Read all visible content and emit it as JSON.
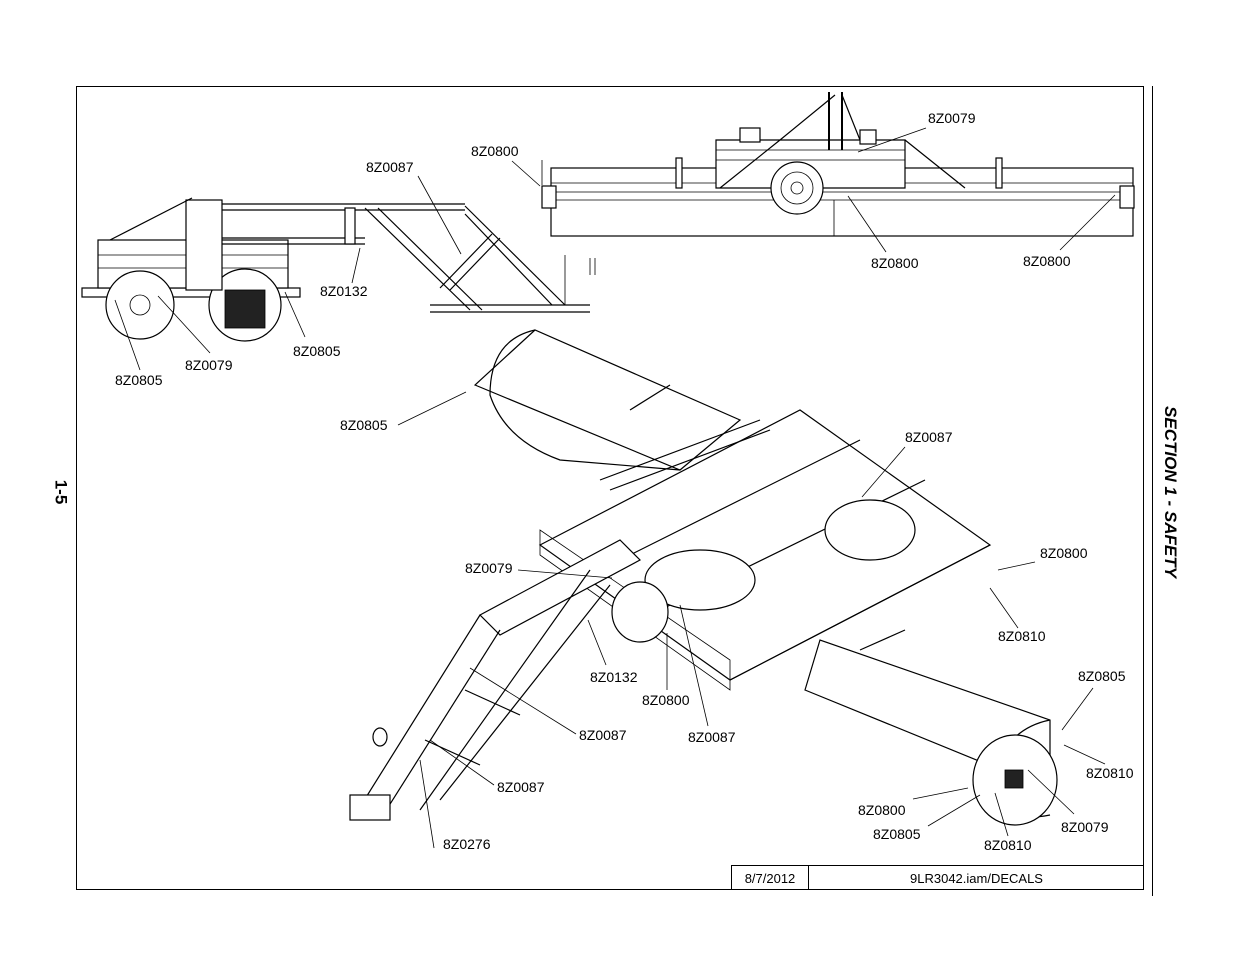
{
  "page": {
    "page_number": "1-5",
    "section_title": "SECTION 1 - SAFETY"
  },
  "title_block": {
    "date": "8/7/2012",
    "file": "9LR3042.iam/DECALS"
  },
  "callouts": {
    "side_view": [
      "8Z0087",
      "8Z0132",
      "8Z0805",
      "8Z0079",
      "8Z0805"
    ],
    "top_view": [
      "8Z0800",
      "8Z0079",
      "8Z0800",
      "8Z0800"
    ],
    "iso_view": [
      "8Z0805",
      "8Z0087",
      "8Z0800",
      "8Z0079",
      "8Z0810",
      "8Z0132",
      "8Z0800",
      "8Z0087",
      "8Z0805",
      "8Z0087",
      "8Z0087",
      "8Z0810",
      "8Z0800",
      "8Z0805",
      "8Z0079",
      "8Z0810",
      "8Z0276"
    ]
  }
}
